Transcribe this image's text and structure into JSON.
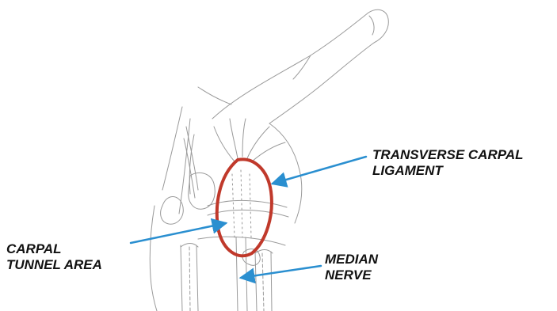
{
  "labels": {
    "transverse_carpal_ligament": [
      "TRANSVERSE CARPAL",
      "LIGAMENT"
    ],
    "carpal_tunnel_area": [
      "CARPAL",
      "TUNNEL AREA"
    ],
    "median_nerve": [
      "MEDIAN",
      "NERVE"
    ]
  },
  "colors": {
    "outline": "#c0392b",
    "arrow": "#2a8fd0",
    "sketch": "#9a9a9a",
    "text": "#111111"
  }
}
